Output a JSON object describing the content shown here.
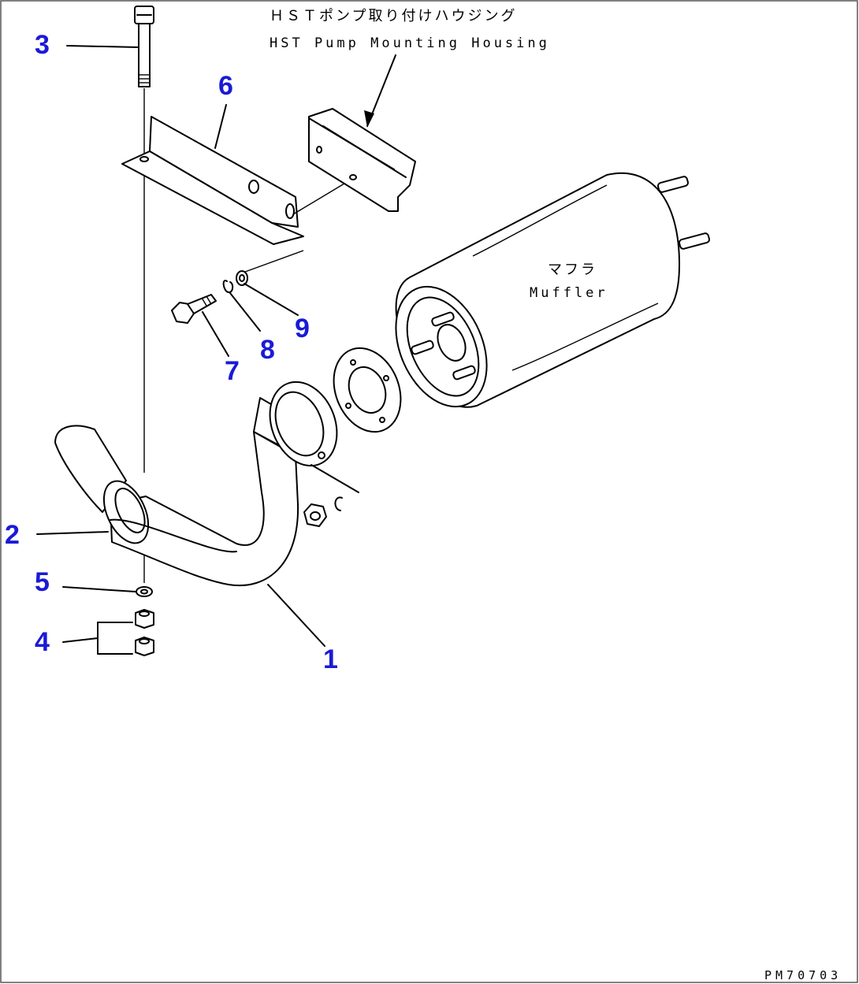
{
  "labels": {
    "hst_jp": "ＨＳＴポンプ取り付けハウジング",
    "hst_en": "HST Pump Mounting Housing",
    "muffler_jp": "マフラ",
    "muffler_en": "Muffler",
    "drawing_code": "PM70703"
  },
  "callouts": [
    "1",
    "2",
    "3",
    "4",
    "5",
    "6",
    "7",
    "8",
    "9"
  ],
  "colors": {
    "callout": "#1a1ad6",
    "line": "#000000",
    "frame": "#555555"
  }
}
